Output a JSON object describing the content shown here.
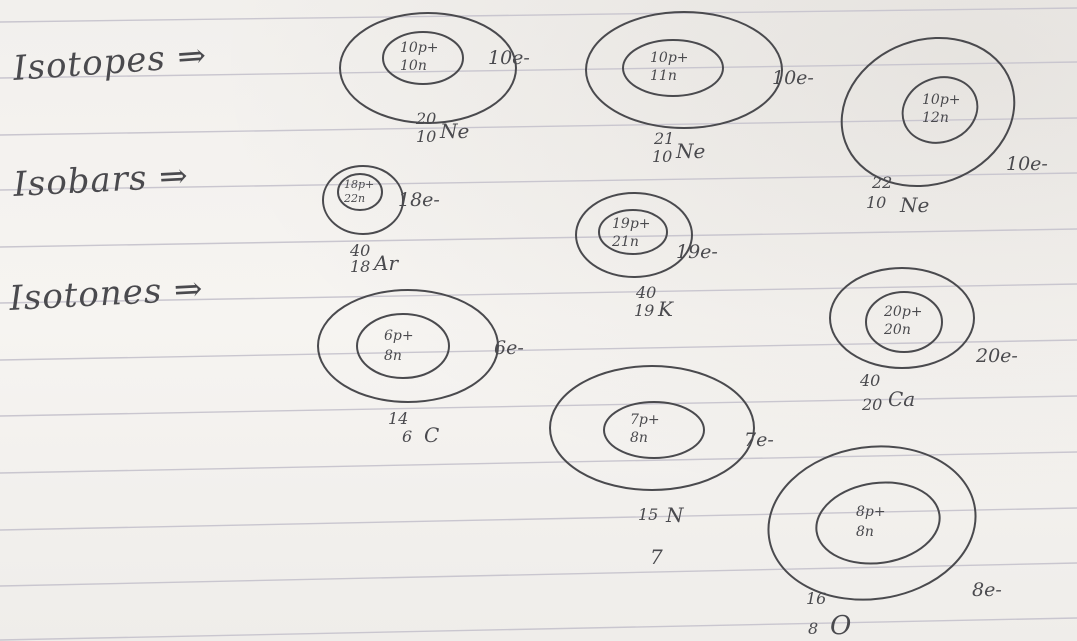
{
  "headings": {
    "isotopes": "Isotopes ⇒",
    "isobars": "Isobars ⇒",
    "isotones": "Isotones ⇒"
  },
  "atoms": [
    {
      "nucleus_p": "10p+",
      "nucleus_n": "10n",
      "shell": "10e-",
      "mass": "20",
      "z": "10",
      "symbol": "Ne"
    },
    {
      "nucleus_p": "10p+",
      "nucleus_n": "11n",
      "shell": "10e-",
      "mass": "21",
      "z": "10",
      "symbol": "Ne"
    },
    {
      "nucleus_p": "10p+",
      "nucleus_n": "12n",
      "shell": "10e-",
      "mass": "22",
      "z": "10",
      "symbol": "Ne"
    },
    {
      "nucleus_p": "18p+",
      "nucleus_n": "22n",
      "shell": "18e-",
      "mass": "40",
      "z": "18",
      "symbol": "Ar"
    },
    {
      "nucleus_p": "19p+",
      "nucleus_n": "21n",
      "shell": "19e-",
      "mass": "40",
      "z": "19",
      "symbol": "K"
    },
    {
      "nucleus_p": "6p+",
      "nucleus_n": "8n",
      "shell": "6e-",
      "mass": "14",
      "z": "6",
      "symbol": "C"
    },
    {
      "nucleus_p": "20p+",
      "nucleus_n": "20n",
      "shell": "20e-",
      "mass": "40",
      "z": "20",
      "symbol": "Ca"
    },
    {
      "nucleus_p": "7p+",
      "nucleus_n": "8n",
      "shell": "7e-",
      "mass": "15",
      "z": "7",
      "symbol": "N"
    },
    {
      "nucleus_p": "8p+",
      "nucleus_n": "8n",
      "shell": "8e-",
      "mass": "16",
      "z": "8",
      "symbol": "O"
    }
  ],
  "colors": {
    "ink": "#4a4a4e",
    "paper": "#f3f1ee",
    "rule": "#c9c6cf"
  }
}
